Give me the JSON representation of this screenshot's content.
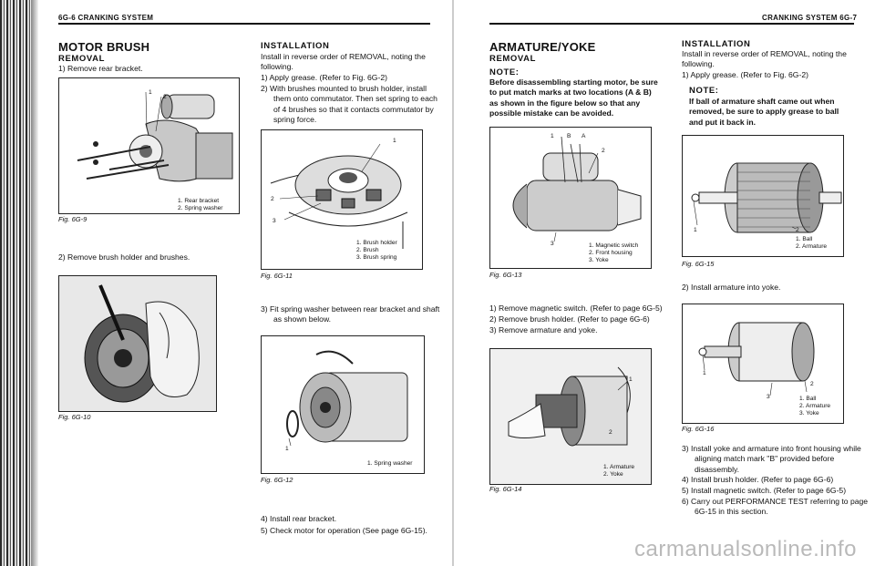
{
  "left_page": {
    "header": "6G-6 CRANKING SYSTEM",
    "title": "MOTOR BRUSH",
    "removal_heading": "REMOVAL",
    "removal_steps": [
      "1) Remove rear bracket.",
      "2) Remove brush holder and brushes."
    ],
    "fig9": {
      "caption": "Fig. 6G-9",
      "callouts": [
        "1",
        "2"
      ],
      "legend": [
        "1. Rear bracket",
        "2. Spring washer"
      ]
    },
    "fig10": {
      "caption": "Fig. 6G-10"
    },
    "install_heading": "INSTALLATION",
    "install_steps": [
      "Install in reverse order of REMOVAL, noting the following.",
      "1) Apply grease. (Refer to Fig. 6G-2)",
      "2) With brushes mounted to brush holder, install them onto commutator. Then set spring to each of 4 brushes so that it contacts commutator by spring force."
    ],
    "fig11": {
      "caption": "Fig. 6G-11",
      "callouts": [
        "1",
        "2",
        "3"
      ],
      "legend": [
        "1. Brush holder",
        "2. Brush",
        "3. Brush spring"
      ]
    },
    "step3": "3) Fit spring washer between rear bracket and shaft as shown below.",
    "fig12": {
      "caption": "Fig. 6G-12",
      "callouts": [
        "1"
      ],
      "legend": [
        "1. Spring washer"
      ]
    },
    "step4": "4) Install rear bracket.",
    "step5": "5) Check motor for operation (See page 6G-15)."
  },
  "right_page": {
    "header": "CRANKING SYSTEM 6G-7",
    "title": "ARMATURE/YOKE",
    "removal_heading": "REMOVAL",
    "note_label": "NOTE:",
    "note_text": "Before disassembling starting motor, be sure to put match marks at two locations (A & B) as shown in the figure below so that any possible mistake can be avoided.",
    "fig13": {
      "caption": "Fig. 6G-13",
      "callouts": [
        "1",
        "B",
        "A",
        "2",
        "3"
      ],
      "legend": [
        "1. Magnetic switch",
        "2. Front housing",
        "3. Yoke"
      ]
    },
    "removal_steps": [
      "1) Remove magnetic switch. (Refer to page 6G-5)",
      "2) Remove brush holder. (Refer to page 6G-6)",
      "3) Remove armature and yoke."
    ],
    "fig14": {
      "caption": "Fig. 6G-14",
      "callouts": [
        "1",
        "2"
      ],
      "legend": [
        "1. Armature",
        "2. Yoke"
      ]
    },
    "install_heading": "INSTALLATION",
    "install_intro": "Install in reverse order of REMOVAL, noting the following.",
    "install_step1": "1) Apply grease. (Refer to Fig. 6G-2)",
    "note2_label": "NOTE:",
    "note2_text": "If ball of armature shaft came out when removed, be sure to apply grease to ball and put it back in.",
    "fig15": {
      "caption": "Fig. 6G-15",
      "callouts": [
        "1",
        "2"
      ],
      "legend": [
        "1. Ball",
        "2. Armature"
      ]
    },
    "install_step2": "2) Install armature into yoke.",
    "fig16": {
      "caption": "Fig. 6G-16",
      "callouts": [
        "1",
        "2",
        "3"
      ],
      "legend": [
        "1. Ball",
        "2. Armature",
        "3. Yoke"
      ]
    },
    "install_steps_rest": [
      "3) Install yoke and armature into front housing while aligning match mark \"B\" provided before disassembly.",
      "4) Install brush holder. (Refer to page 6G-6)",
      "5) Install magnetic switch. (Refer to page 6G-5)",
      "6) Carry out PERFORMANCE TEST referring to page 6G-15 in this section."
    ]
  },
  "watermark": "carmanualsonline.info"
}
